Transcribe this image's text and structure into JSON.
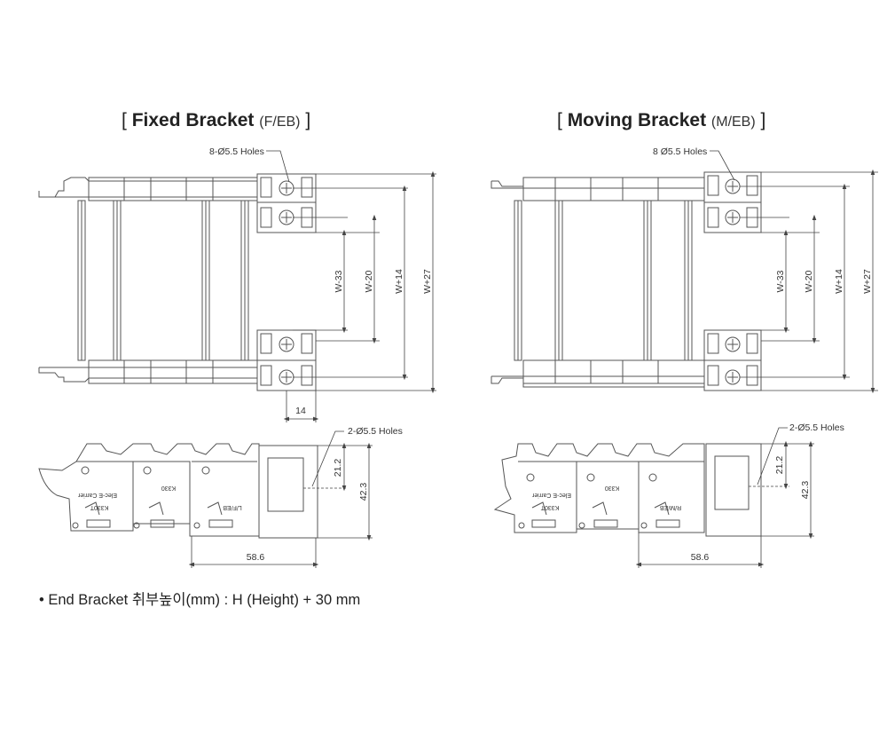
{
  "fixed": {
    "title_main": "Fixed Bracket",
    "title_code": "(F/EB)",
    "holes_top": "8-Ø5.5 Holes",
    "holes_side": "2-Ø5.5 Holes",
    "dims": {
      "w33": "W-33",
      "w20": "W-20",
      "w14": "W+14",
      "w27": "W+27",
      "width14": "14",
      "h212": "21.2",
      "h423": "42.3",
      "len586": "58.6"
    },
    "link_labels": [
      "Elec-E Carrier",
      "K330",
      "K330T",
      "L/F/EB"
    ]
  },
  "moving": {
    "title_main": "Moving Bracket",
    "title_code": "(M/EB)",
    "holes_top": "8 Ø5.5 Holes",
    "holes_side": "2-Ø5.5 Holes",
    "dims": {
      "w33": "W-33",
      "w20": "W-20",
      "w14": "W+14",
      "w27": "W+27",
      "h212": "21.2",
      "h423": "42.3",
      "len586": "58.6"
    },
    "link_labels": [
      "Elec-E Carrier",
      "K330",
      "K330T",
      "R/M/EB"
    ]
  },
  "bracket_open": "[",
  "bracket_close": "]",
  "note": "• End Bracket 취부높이(mm) :  H (Height) + 30 mm",
  "colors": {
    "line": "#555555",
    "dim": "#444444"
  }
}
